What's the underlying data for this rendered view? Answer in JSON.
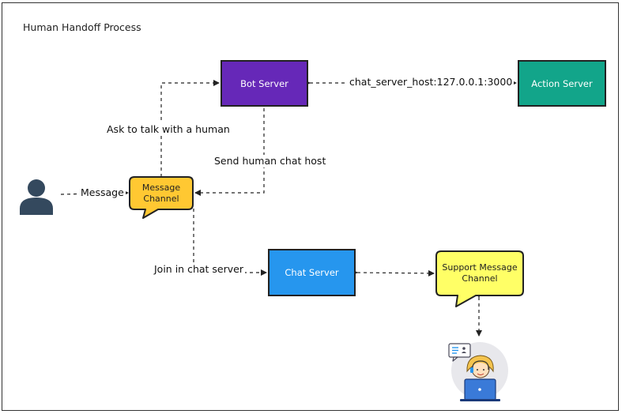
{
  "diagram": {
    "title": "Human Handoff Process",
    "nodes": {
      "bot_server": "Bot Server",
      "action_server": "Action Server",
      "chat_server": "Chat Server",
      "message_channel_line1": "Message",
      "message_channel_line2": "Channel",
      "support_channel_line1": "Support Message",
      "support_channel_line2": "Channel"
    },
    "edge_labels": {
      "host": "chat_server_host:127.0.0.1:3000",
      "ask": "Ask to talk with a human",
      "send": "Send human chat host",
      "message": "Message",
      "join": "Join in chat server"
    },
    "colors": {
      "bot_server": "#6628b8",
      "action_server": "#12a58a",
      "chat_server": "#2696ee",
      "message_channel": "#ffc832",
      "support_channel": "#ffff66",
      "user_icon": "#34495e"
    },
    "icons": [
      "user-icon",
      "support-agent-icon"
    ]
  }
}
